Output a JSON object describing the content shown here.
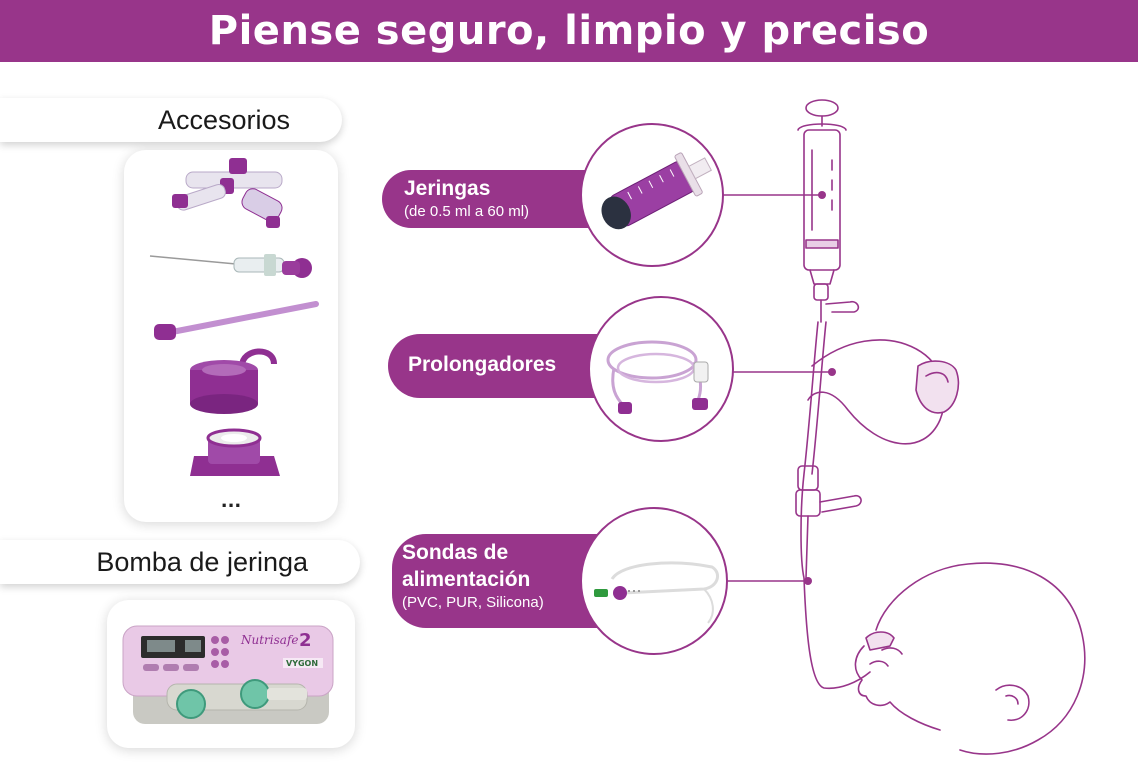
{
  "header": {
    "title": "Piense seguro, limpio y preciso"
  },
  "accessories": {
    "label": "Accesorios",
    "more": "..."
  },
  "pump": {
    "label": "Bomba de jeringa",
    "brand": "Nutrisafe",
    "model": "2",
    "maker": "VYGON"
  },
  "callouts": [
    {
      "title": "Jeringas",
      "subtitle": "(de 0.5 ml a 60 ml)"
    },
    {
      "title": "Prolongadores",
      "subtitle": ""
    },
    {
      "title_line1": "Sondas de",
      "title_line2": "alimentación",
      "subtitle": "(PVC, PUR, Silicona)"
    }
  ],
  "colors": {
    "brand": "#98358a",
    "text": "#1a1a1a",
    "background": "#ffffff"
  }
}
